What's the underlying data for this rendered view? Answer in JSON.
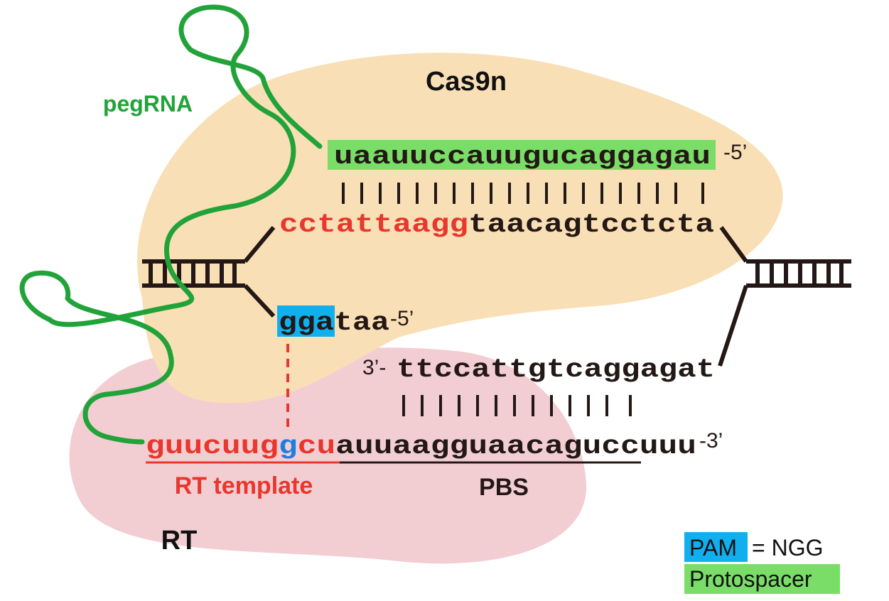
{
  "labels": {
    "cas9n": "Cas9n",
    "pegrna": "pegRNA",
    "rt": "RT",
    "rt_template": "RT template",
    "pbs": "PBS"
  },
  "sequences": {
    "protospacer_rna": "uaauuccauugucaggagau",
    "protospacer_rna_end": "-5’",
    "top_strand_red": "cctattaagg",
    "top_strand_black": "taacagtcctcta",
    "pam": "gga",
    "pam_tail": "taa",
    "pam_end": "-5’",
    "nicked_start": "3’-",
    "nicked_strand": "ttccattgtcaggagat",
    "rt_template_red1": "guucuug",
    "rt_template_blue": "g",
    "rt_template_red2": "cu",
    "pbs_seq": "auuaagguaacaguccuuu",
    "pbs_end": "-3’"
  },
  "legend": {
    "pam_label": "PAM",
    "pam_def": "= NGG",
    "protospacer_label": "Protospacer"
  },
  "colors": {
    "cas9n_fill": "#f9dfb5",
    "rt_fill": "#f2ced3",
    "pegrna": "#22a33a",
    "red_text": "#e8372c",
    "pam_highlight": "#10b0ef",
    "protospacer_highlight": "#79dd68",
    "edit_base": "#1f7fe0",
    "dna": "#231815"
  }
}
